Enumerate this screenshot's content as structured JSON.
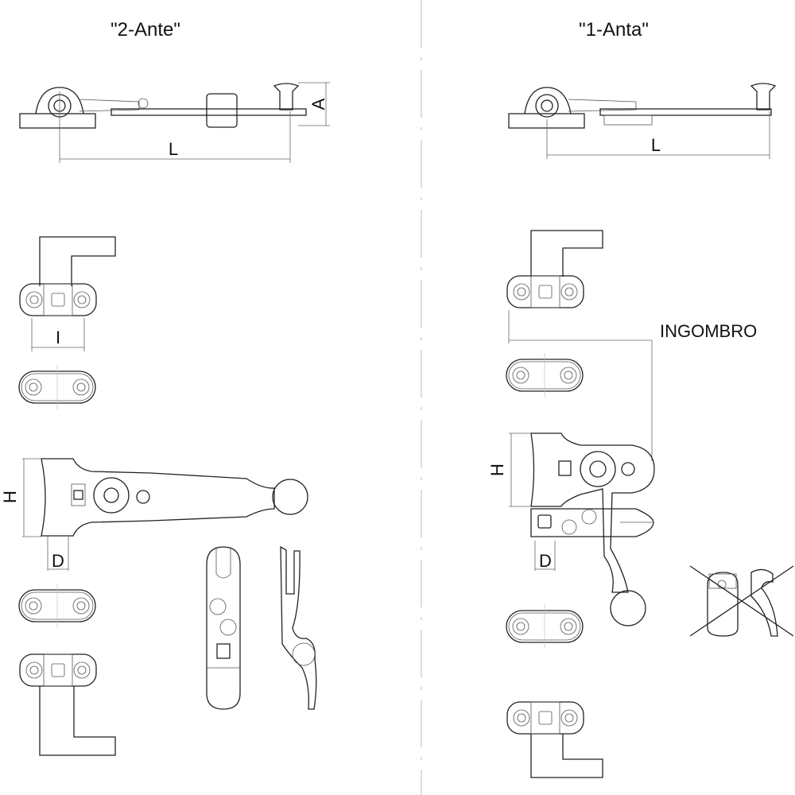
{
  "left": {
    "title": "\"2-Ante\"",
    "dims": {
      "L": "L",
      "A": "A",
      "I": "I",
      "H": "H",
      "D": "D"
    }
  },
  "right": {
    "title": "\"1-Anta\"",
    "dims": {
      "L": "L",
      "H": "H",
      "D": "D",
      "ingombro": "INGOMBRO"
    }
  }
}
